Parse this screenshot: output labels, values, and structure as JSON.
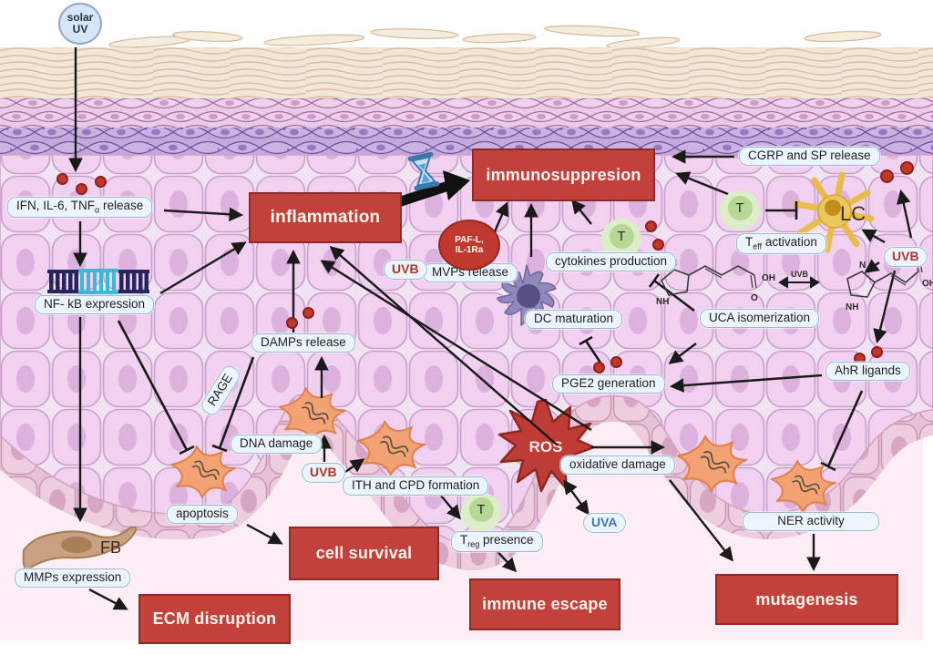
{
  "solar_uv": {
    "line1": "solar",
    "line2": "UV"
  },
  "boxes": {
    "inflammation": "inflammation",
    "immunosuppression": "immunosuppresion",
    "cell_survival": "cell survival",
    "ecm_disruption": "ECM disruption",
    "immune_escape": "immune escape",
    "mutagenesis": "mutagenesis"
  },
  "labels": {
    "ifn_pre": "IFN, IL-6, TNF",
    "ifn_sub": "α",
    "ifn_post": " release",
    "nfkb": "NF- kB expression",
    "damps": "DAMPs release",
    "rage": "RAGE",
    "dna_damage": "DNA damage",
    "apoptosis": "apoptosis",
    "mmps": "MMPs expression",
    "fb": "FB",
    "ith": "ITH and CPD formation",
    "treg_pre": "T",
    "treg_sub": "reg",
    "treg_post": " presence",
    "mvps": "MVPs release",
    "paf_line1": "PAF-L,",
    "paf_line2": "IL-1Ra",
    "dc_maturation": "DC maturation",
    "cytokines": "cytokines production",
    "pge2": "PGE2 generation",
    "ros": "ROS",
    "oxidative": "oxidative damage",
    "cgrp": "CGRP and SP release",
    "teff_pre": "T",
    "teff_sub": "eff",
    "teff_post": " activation",
    "lc": "LC",
    "uca": "UCA isomerization",
    "ahr": "AhR ligands",
    "ner": "NER activity",
    "t_cell": "T"
  },
  "uv_tags": {
    "uvb": "UVB",
    "uva": "UVA"
  },
  "molecule": {
    "n": "N",
    "nh": "NH",
    "o": "O",
    "oh": "OH",
    "uvb": "UVB"
  },
  "colors": {
    "outcome_box_red": "#c2413d",
    "label_pill_blue": "#ecf5fd",
    "uvb_text": "#b23327",
    "uva_text": "#3a74b5",
    "mediator_dot_red": "#c0392b",
    "epidermis_pink": "#f2d0f0",
    "dermis_pink": "#fdeef5"
  }
}
